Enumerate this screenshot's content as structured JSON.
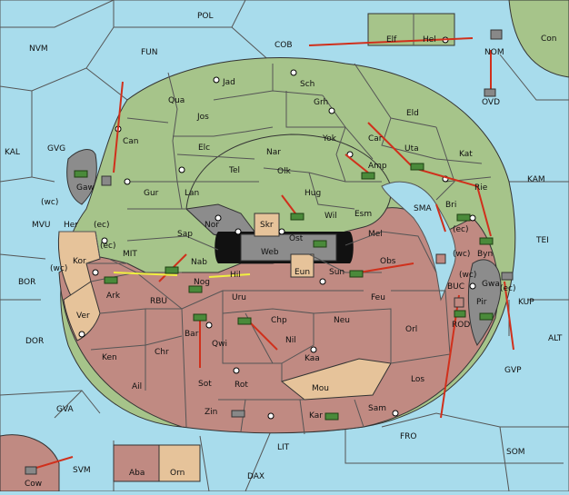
{
  "sea_labels": [
    "POL",
    "NVM",
    "FUN",
    "COB",
    "Con",
    "KAL",
    "GVG",
    "NOM",
    "OVD",
    "KAM",
    "MVU",
    "SMA",
    "TEI",
    "BOR",
    "MIT",
    "RBU",
    "BUC",
    "KUP",
    "DOR",
    "ROD",
    "ALT",
    "GVP",
    "GVA",
    "FRO",
    "SOM",
    "LIT",
    "SVM",
    "DAX"
  ],
  "green_labels": [
    "Elf",
    "Hel",
    "Jad",
    "Sch",
    "Qua",
    "Grh",
    "Jos",
    "Eld",
    "Can",
    "Elc",
    "Yok",
    "Car",
    "Uta",
    "Kat",
    "Nar",
    "Tel",
    "Amp",
    "Olk",
    "Gaw",
    "Gur",
    "Lan",
    "Hug",
    "Rie",
    "Wil",
    "Esm",
    "Nor",
    "Sap",
    "Web",
    "Ost",
    "Nab",
    "Skr",
    "Eun"
  ],
  "pink_labels": [
    "Bri",
    "Mel",
    "Byn",
    "Her",
    "Kor",
    "Sun",
    "Obs",
    "Ark",
    "Nog",
    "Gwa",
    "Pir",
    "Uru",
    "Feu",
    "Chp",
    "Neu",
    "Bar",
    "Qwi",
    "Nil",
    "Orl",
    "Ken",
    "Chr",
    "Kaa",
    "Los",
    "Ail",
    "Sot",
    "Rot",
    "Zin",
    "Kar",
    "Sam",
    "Cow",
    "Aba"
  ],
  "tan_labels": [
    "Ver",
    "Mou",
    "Orn",
    "Hil"
  ],
  "coast_tags": [
    "(wc)",
    "(ec)",
    "(ec)",
    "(wc)",
    "(ec)",
    "(wc)",
    "(wc)",
    "(ec)"
  ]
}
